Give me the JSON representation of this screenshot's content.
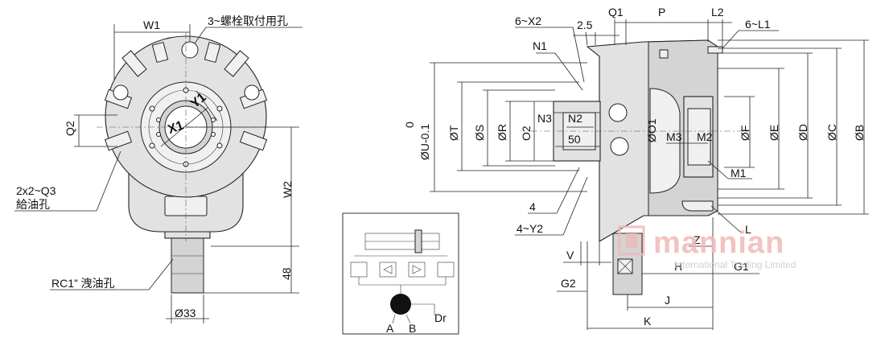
{
  "front_view": {
    "w1": "W1",
    "bolt_note": "3~螺栓取付用孔",
    "q2": "Q2",
    "x1": "X1",
    "y1": "Y1",
    "oil_feed_note_line1": "2x2~Q3",
    "oil_feed_note_line2": "給油孔",
    "w2": "W2",
    "dim_48": "48",
    "drain_note": "RC1” 洩油孔",
    "dia_33": "Ø33"
  },
  "hydraulic": {
    "port_a": "A",
    "port_b": "B",
    "port_dr": "Dr"
  },
  "side_view": {
    "x2": "6~X2",
    "dim_2_5": "2.5",
    "q1": "Q1",
    "p": "P",
    "l2": "L2",
    "l1": "6~L1",
    "n1": "N1",
    "u_line1": "0",
    "u_line2": "ØU-0.1",
    "t": "ØT",
    "s": "ØS",
    "r": "ØR",
    "o2": "O2",
    "n3": "N3",
    "n2": "N2",
    "dim_50": "50",
    "o1": "ØO1",
    "m3": "M3",
    "m2": "M2",
    "f": "ØF",
    "e": "ØE",
    "d": "ØD",
    "c": "ØC",
    "b": "ØB",
    "m1": "M1",
    "dim_4": "4",
    "y2": "4~Y2",
    "l": "L",
    "z": "Z",
    "v": "V",
    "h": "H",
    "g1": "G1",
    "g2": "G2",
    "j": "J",
    "k": "K"
  },
  "watermark": {
    "brand": "mannian",
    "tagline": "International Trading Limited",
    "color": "#f1b8b8"
  }
}
